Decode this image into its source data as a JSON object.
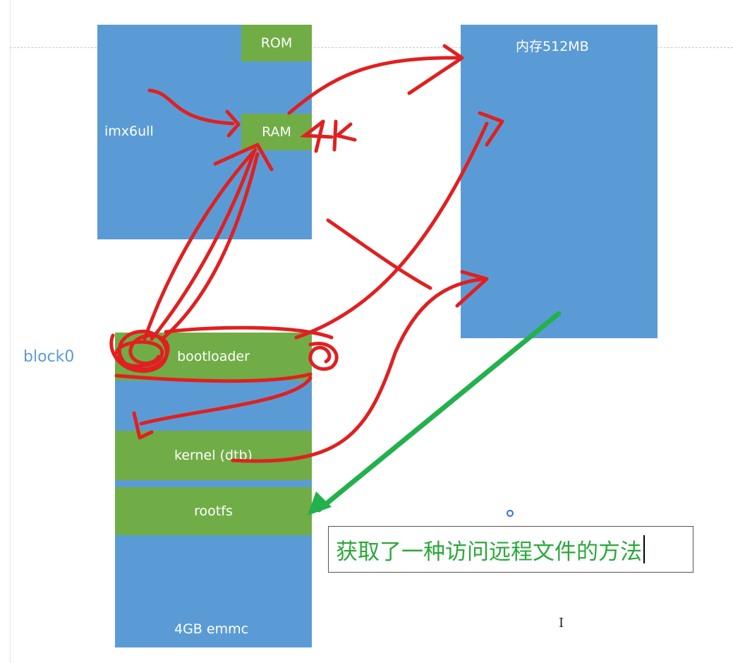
{
  "diagram": {
    "block0_label": "block0",
    "imx6ull": {
      "label": "imx6ull",
      "rom_label": "ROM",
      "ram_label": "RAM"
    },
    "memory": {
      "label": "内存512MB"
    },
    "emmc": {
      "bootloader_label": "bootloader",
      "kernel_label": "kernel (dtb)",
      "rootfs_label": "rootfs",
      "storage_label": "4GB emmc"
    },
    "annotation_4k": "4K",
    "note_text": "获取了一种访问远程文件的方法"
  },
  "colors": {
    "blue": "#5b9bd5",
    "green": "#70ad47",
    "red_ink": "#e02020",
    "green_arrow": "#22b14c",
    "note_text": "#2aa83a"
  }
}
